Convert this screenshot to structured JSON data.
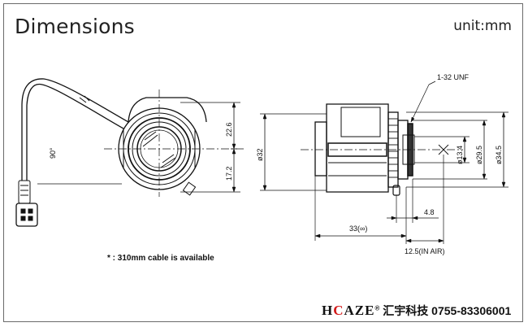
{
  "header": {
    "title": "Dimensions",
    "unit": "unit:mm"
  },
  "labels": {
    "angle": "90°",
    "dim_22_6": "22.6",
    "dim_17_2": "17.2",
    "dia_32": "ø32",
    "thread": "1-32 UNF",
    "dia_13_4": "ø13.4",
    "dia_29_5": "ø29.5",
    "dia_34_5": "ø34.5",
    "dim_4_8": "4.8",
    "dim_33": "33(∞)",
    "dim_12_5": "12.5(IN AIR)"
  },
  "note": "* : 310mm  cable is available",
  "footer": {
    "brand_prefix": "H",
    "brand_accent": "C",
    "brand_suffix": "AZE",
    "brand_mark": "®",
    "company": "汇宇科技",
    "phone": "0755-83306001"
  },
  "colors": {
    "line": "#111111",
    "brand_accent": "#d21a1a",
    "border": "#6a6a6a"
  }
}
